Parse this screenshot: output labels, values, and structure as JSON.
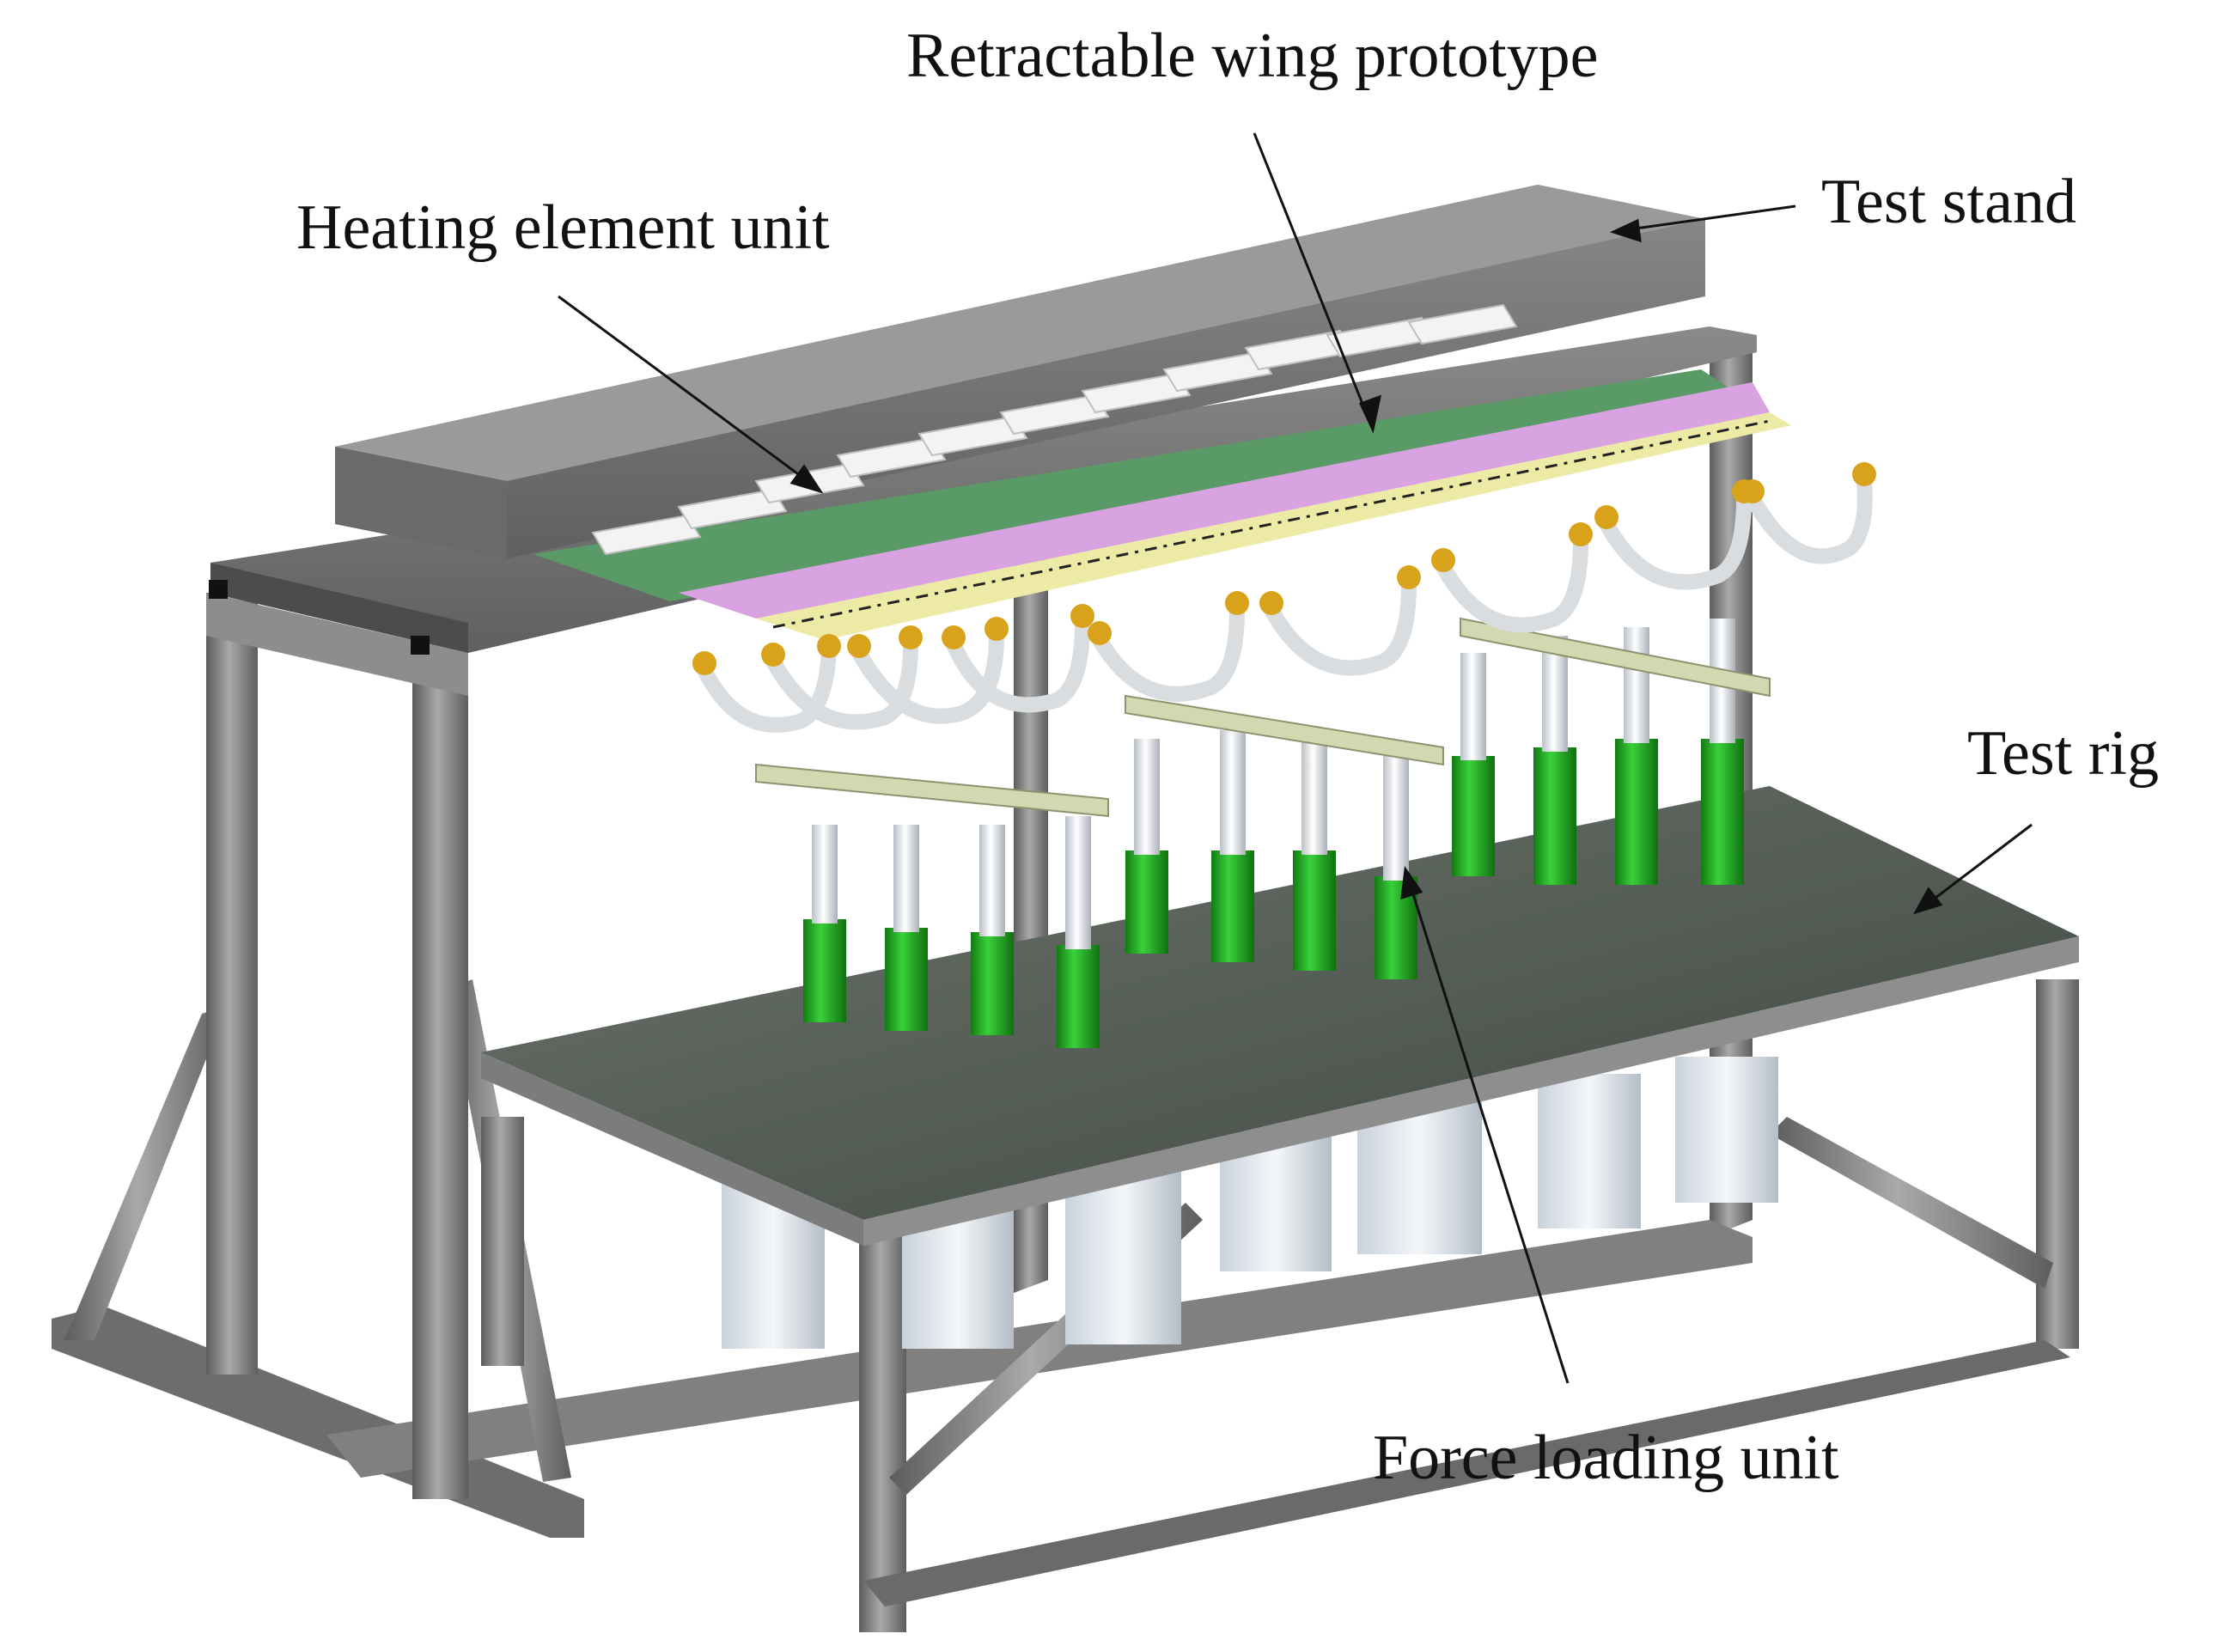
{
  "labels": {
    "wing_prototype": "Retractable wing prototype",
    "heating_unit": "Heating element unit",
    "test_stand": "Test stand",
    "test_rig": "Test rig",
    "force_loading": "Force loading unit"
  },
  "colors": {
    "frame": "#7f7f7f",
    "frame_dark": "#4f4f4f",
    "stand_top": "#6e6e6e",
    "rig_plate": "#505a52",
    "heating_panel": "#5e9a6a",
    "pink_skin": "#d9a2e0",
    "yellow_skin": "#eceaa4",
    "actuator_green": "#1fa81f",
    "actuator_white": "#e8ecef",
    "clamp": "#d9dde0",
    "clamp_tip": "#d8a21a",
    "linkage": "#d4d8b0"
  }
}
